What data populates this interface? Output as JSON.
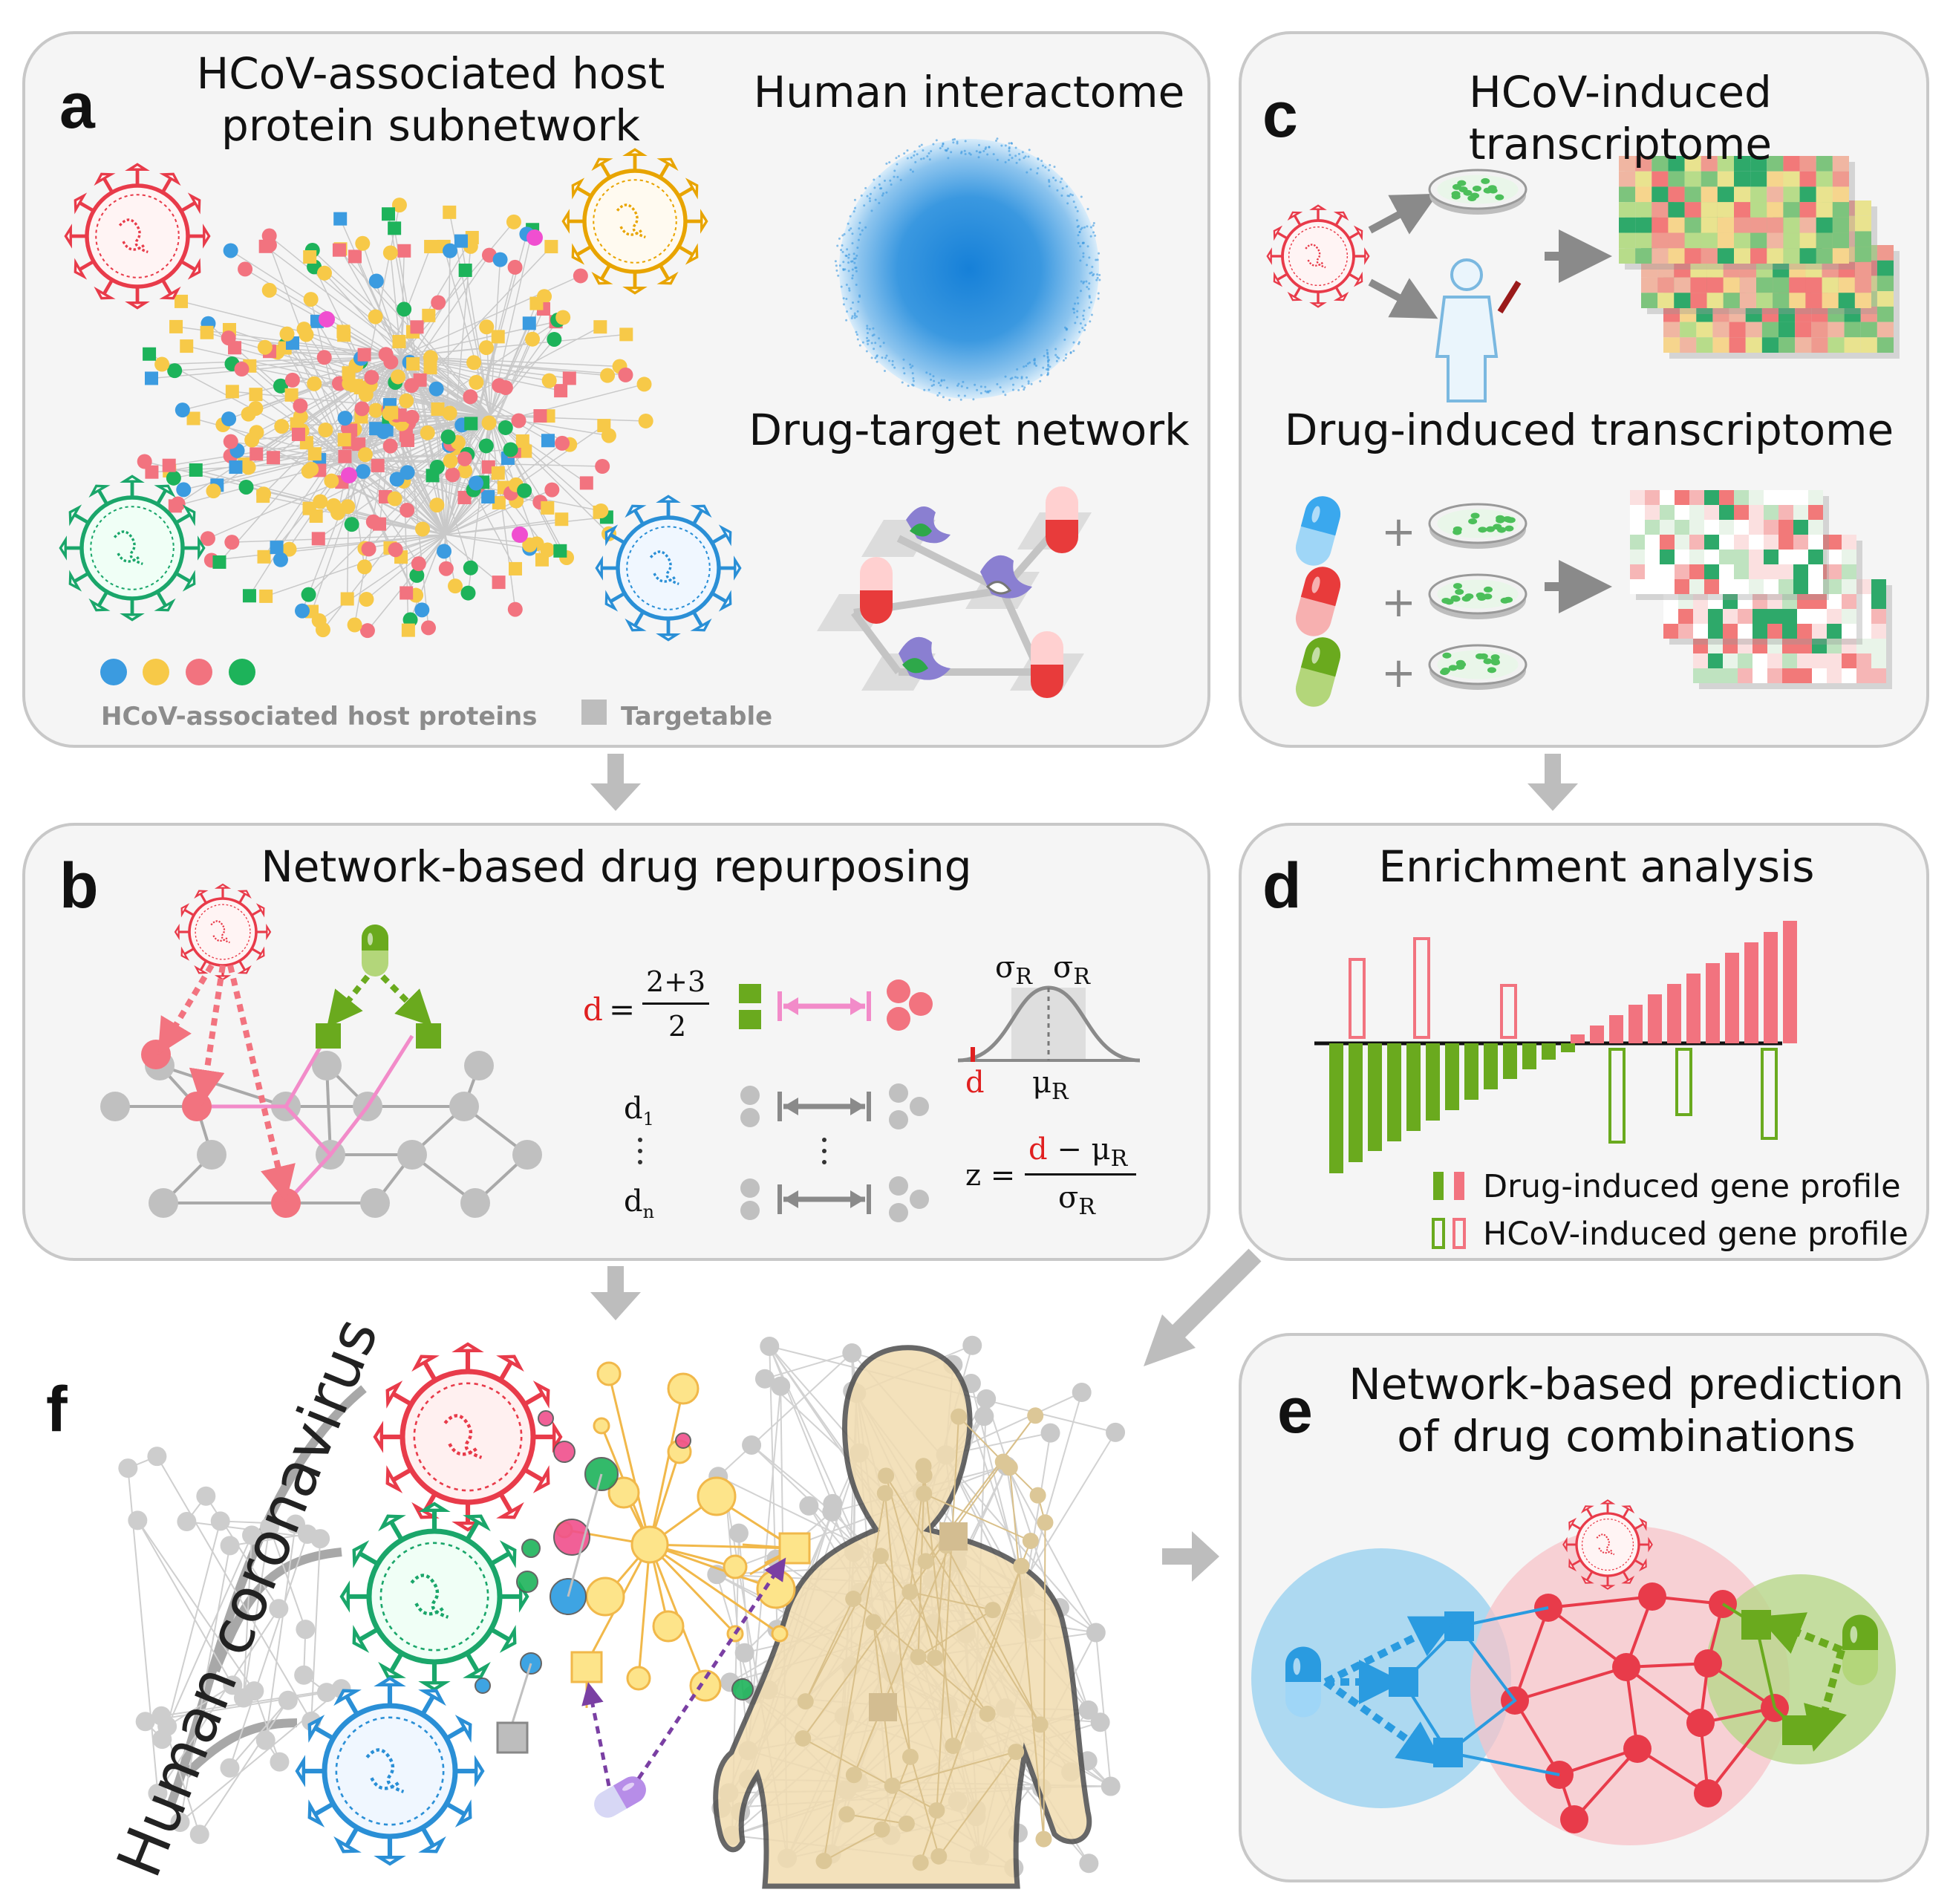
{
  "panels": {
    "a": {
      "letter": "a",
      "title_line1": "HCoV-associated host",
      "title_line2": "protein subnetwork",
      "interactome_title": "Human interactome",
      "drug_target_title": "Drug-target network",
      "legend_proteins": "HCoV-associated host proteins",
      "legend_targetable": "Targetable"
    },
    "b": {
      "letter": "b",
      "title": "Network-based drug repurposing",
      "formula_d": "d",
      "formula_num": "2+3",
      "formula_den": "2",
      "d1": "d",
      "d1_sub": "1",
      "dn": "d",
      "dn_sub": "n",
      "sigma1": "σ",
      "sigma2": "σ",
      "sub_R": "R",
      "mu": "μ",
      "d_mark": "d",
      "z_label": "z =",
      "z_num_d": "d",
      "z_num_minus": "− μ",
      "z_den": "σ"
    },
    "c": {
      "letter": "c",
      "title": "HCoV-induced transcriptome",
      "drug_title": "Drug-induced transcriptome"
    },
    "d": {
      "letter": "d",
      "title": "Enrichment analysis",
      "legend_drug": "Drug-induced gene profile",
      "legend_hcov": "HCoV-induced gene profile"
    },
    "e": {
      "letter": "e",
      "title_line1": "Network-based prediction",
      "title_line2": "of drug combinations"
    },
    "f": {
      "letter": "f",
      "side_label": "Human coronavirus"
    }
  },
  "colors": {
    "blue": "#3b9be0",
    "yellow": "#f7c948",
    "pink": "#f2737f",
    "green": "#1db35a",
    "magenta": "#f04fd0",
    "lime": "#6aaa1e",
    "red": "#e83b4a",
    "grey": "#bdbdbd"
  },
  "icons": [
    "virus-icon",
    "pill-icon",
    "petri-dish-icon",
    "human-figure-icon",
    "protein-structure-icon",
    "heatmap-icon",
    "arrow-icon"
  ]
}
